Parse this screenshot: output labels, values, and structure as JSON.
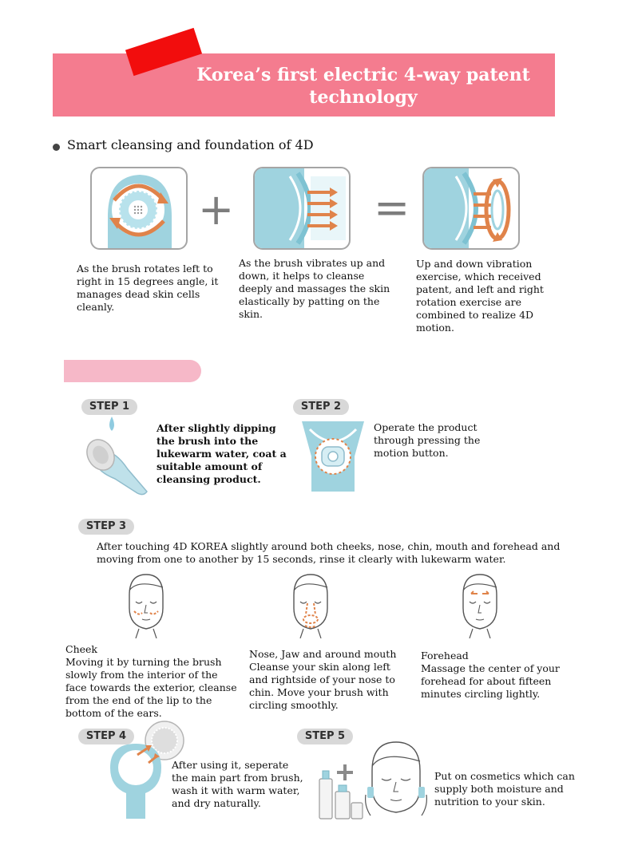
{
  "banner": {
    "title": "Korea’s first electric 4-way patent technology",
    "bg_color": "#f47c8f",
    "tag_color": "#f20d0d"
  },
  "section": {
    "heading": "Smart cleansing and foundation of 4D"
  },
  "motions": [
    {
      "icon": "rotating-brush-icon",
      "text": "As the brush rotates left to right in 15 degrees angle, it manages dead skin cells cleanly."
    },
    {
      "icon": "vibrating-brush-icon",
      "text": "As the brush vibrates up and down, it helps to cleanse deeply and massages the skin elastically by patting on the skin."
    },
    {
      "icon": "combined-motion-icon",
      "text": "Up and down vibration exercise, which received patent, and left and right rotation exercise are combined to realize 4D motion."
    }
  ],
  "operators": {
    "plus": "+",
    "equals": "="
  },
  "steps": [
    {
      "label": "STEP 1",
      "text": "After slightly dipping the brush into the lukewarm water, coat a suitable amount of cleansing product."
    },
    {
      "label": "STEP 2",
      "text": "Operate the product through pressing the motion button."
    },
    {
      "label": "STEP 3",
      "text": "After touching 4D KOREA slightly around both cheeks, nose, chin, mouth and forehead and moving from one to another by 15 seconds, rinse it clearly with lukewarm water."
    },
    {
      "label": "STEP 4",
      "text": "After using it, seperate the main part from brush, wash it with warm water, and dry naturally."
    },
    {
      "label": "STEP 5",
      "text": "Put on cosmetics which can supply both moisture and nutrition to your skin."
    }
  ],
  "areas": [
    {
      "title": "Cheek",
      "text": "Moving it by turning the brush slowly from the interior of the face towards the exterior, cleanse from the end of the lip to the bottom of the ears."
    },
    {
      "title": "Nose, Jaw and around mouth",
      "text": "Cleanse your skin along left and rightside of your nose to chin. Move your brush with circling smoothly."
    },
    {
      "title": "Forehead",
      "text": "Massage the center of your forehead for about fifteen minutes circling lightly."
    }
  ],
  "colors": {
    "accent_orange": "#e0834a",
    "brush_blue": "#9fd3df",
    "pill_pink": "#f6b8c8",
    "step_gray": "#d8d8d8"
  }
}
